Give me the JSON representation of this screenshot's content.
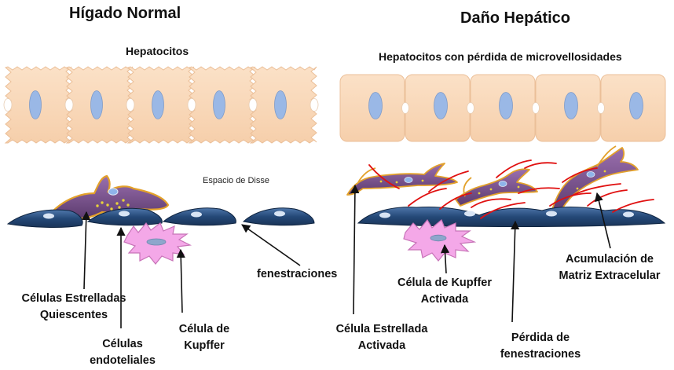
{
  "diagram": {
    "left_panel": {
      "title": "Hígado Normal",
      "hepatocytes_label": "Hepatocitos",
      "disse_label": "Espacio de Disse",
      "fenestrations_label": "fenestraciones",
      "stellate_label": [
        "Células Estrelladas",
        "Quiescentes"
      ],
      "endothelial_label": [
        "Células",
        "endoteliales"
      ],
      "kupffer_label": [
        "Célula de",
        "Kupffer"
      ]
    },
    "right_panel": {
      "title": "Daño Hepático",
      "hepatocytes_label": "Hepatocitos con pérdida de microvellosidades",
      "kupffer_label": [
        "Célula de Kupffer",
        "Activada"
      ],
      "stellate_label": [
        "Célula Estrellada",
        "Activada"
      ],
      "fenestration_loss_label": [
        "Pérdida de",
        "fenestraciones"
      ],
      "matrix_label": [
        "Acumulación de",
        "Matriz Extracelular"
      ]
    },
    "colors": {
      "hepatocyte_fill": "#f9d8b9",
      "hepatocyte_stroke": "#ebbf98",
      "nucleus": "#9ab8e6",
      "endothelial": "#1f3d66",
      "stellate": "#7a4f8a",
      "stellate_outline": "#e3a12a",
      "kupffer": "#f4a8e8",
      "matrix_fiber": "#e01010"
    }
  }
}
